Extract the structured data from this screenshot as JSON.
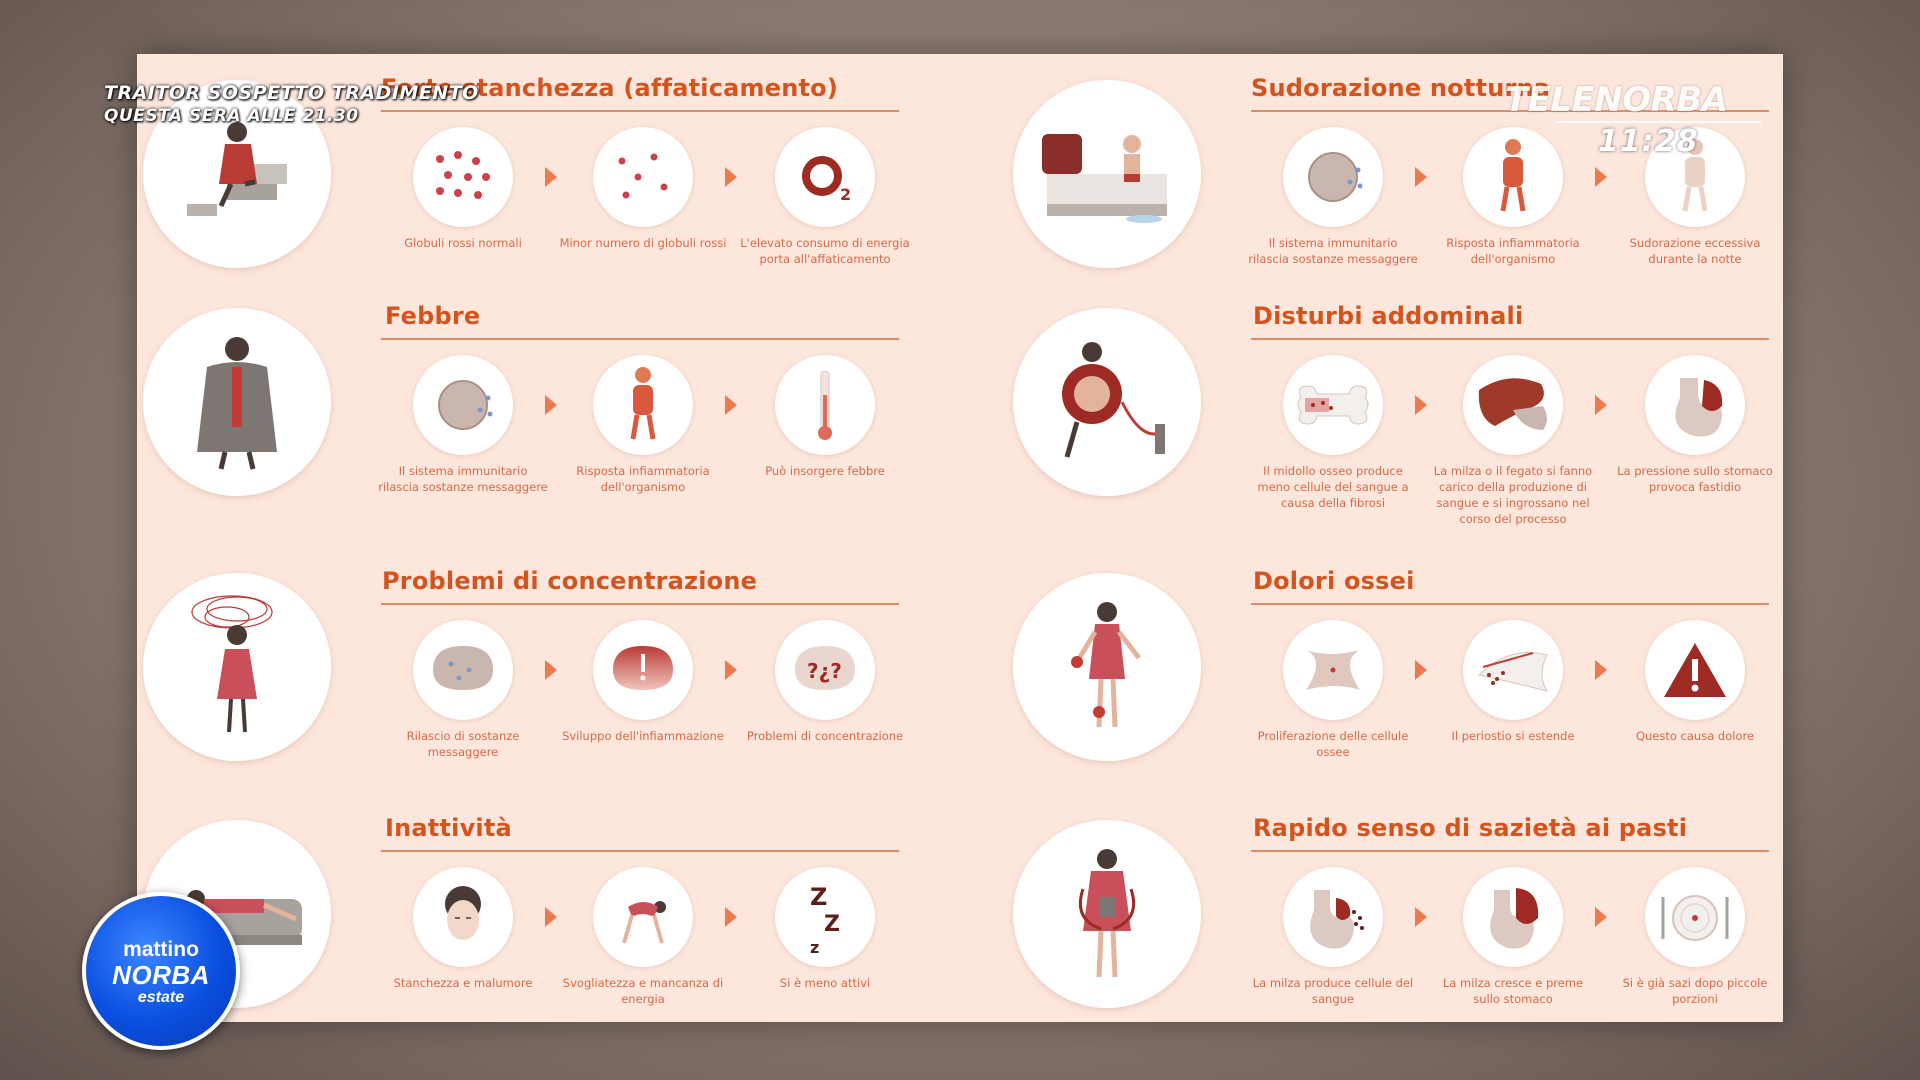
{
  "overlay": {
    "promo_line1": "TRAITOR SOSPETTO TRADIMENTO",
    "promo_line2": "QUESTA SERA ALLE 21.30",
    "channel": "TELENORBA",
    "clock": "11:28",
    "logo": {
      "line1": "mattino",
      "line2": "NORBA",
      "line3": "estate"
    }
  },
  "colors": {
    "accent": "#d4541f",
    "caption": "#d56a47",
    "panel": "#fde6dc",
    "logo": "#0a4fe0"
  },
  "sections": [
    {
      "title": "Forte stanchezza (affaticamento)",
      "hero_icon": "stairs-climbing-person-icon",
      "steps": [
        {
          "icon": "red-blood-cells-icon",
          "label": "Globuli rossi normali"
        },
        {
          "icon": "few-blood-cells-icon",
          "label": "Minor numero di globuli rossi"
        },
        {
          "icon": "oxygen-o2-icon",
          "label": "L'elevato consumo di energia porta all'affaticamento"
        }
      ]
    },
    {
      "title": "Sudorazione notturna",
      "hero_icon": "sweating-in-bed-icon",
      "steps": [
        {
          "icon": "immune-cell-icon",
          "label": "Il sistema immunitario rilascia sostanze messaggere"
        },
        {
          "icon": "inflamed-body-icon",
          "label": "Risposta infiammatoria dell'organismo"
        },
        {
          "icon": "sweating-body-icon",
          "label": "Sudorazione eccessiva durante la notte"
        }
      ]
    },
    {
      "title": "Febbre",
      "hero_icon": "person-in-blanket-icon",
      "steps": [
        {
          "icon": "immune-cell-icon",
          "label": "Il sistema immunitario rilascia sostanze messaggere"
        },
        {
          "icon": "inflamed-body-icon",
          "label": "Risposta infiammatoria dell'organismo"
        },
        {
          "icon": "thermometer-icon",
          "label": "Può insorgere febbre"
        }
      ]
    },
    {
      "title": "Disturbi addominali",
      "hero_icon": "person-with-pump-icon",
      "steps": [
        {
          "icon": "bone-marrow-icon",
          "label": "Il midollo osseo produce meno cellule del sangue a causa della fibrosi"
        },
        {
          "icon": "liver-spleen-icon",
          "label": "La milza o il fegato si fanno carico della produzione di sangue e si ingrossano nel corso del processo"
        },
        {
          "icon": "stomach-icon",
          "label": "La pressione sullo stomaco provoca fastidio"
        }
      ]
    },
    {
      "title": "Problemi di concentrazione",
      "hero_icon": "confused-person-icon",
      "steps": [
        {
          "icon": "brain-messengers-icon",
          "label": "Rilascio di sostanze messaggere"
        },
        {
          "icon": "brain-inflamed-icon",
          "label": "Sviluppo dell'infiammazione"
        },
        {
          "icon": "brain-question-icon",
          "label": "Problemi di concentrazione"
        }
      ]
    },
    {
      "title": "Dolori ossei",
      "hero_icon": "person-bone-pain-icon",
      "steps": [
        {
          "icon": "bone-cells-icon",
          "label": "Proliferazione delle cellule ossee"
        },
        {
          "icon": "periosteum-icon",
          "label": "Il periostio si estende"
        },
        {
          "icon": "warning-icon",
          "label": "Questo causa dolore"
        }
      ]
    },
    {
      "title": "Inattività",
      "hero_icon": "person-on-sofa-icon",
      "steps": [
        {
          "icon": "tired-face-icon",
          "label": "Stanchezza e malumore"
        },
        {
          "icon": "bent-person-icon",
          "label": "Svogliatezza e mancanza di energia"
        },
        {
          "icon": "sleep-z-icon",
          "label": "Si è meno attivi"
        }
      ]
    },
    {
      "title": "Rapido senso di sazietà ai pasti",
      "hero_icon": "person-full-stomach-icon",
      "steps": [
        {
          "icon": "spleen-cells-icon",
          "label": "La milza produce cellule del sangue"
        },
        {
          "icon": "spleen-stomach-icon",
          "label": "La milza cresce e preme sullo stomaco"
        },
        {
          "icon": "plate-icon",
          "label": "Si è già sazi dopo piccole porzioni"
        }
      ]
    }
  ]
}
